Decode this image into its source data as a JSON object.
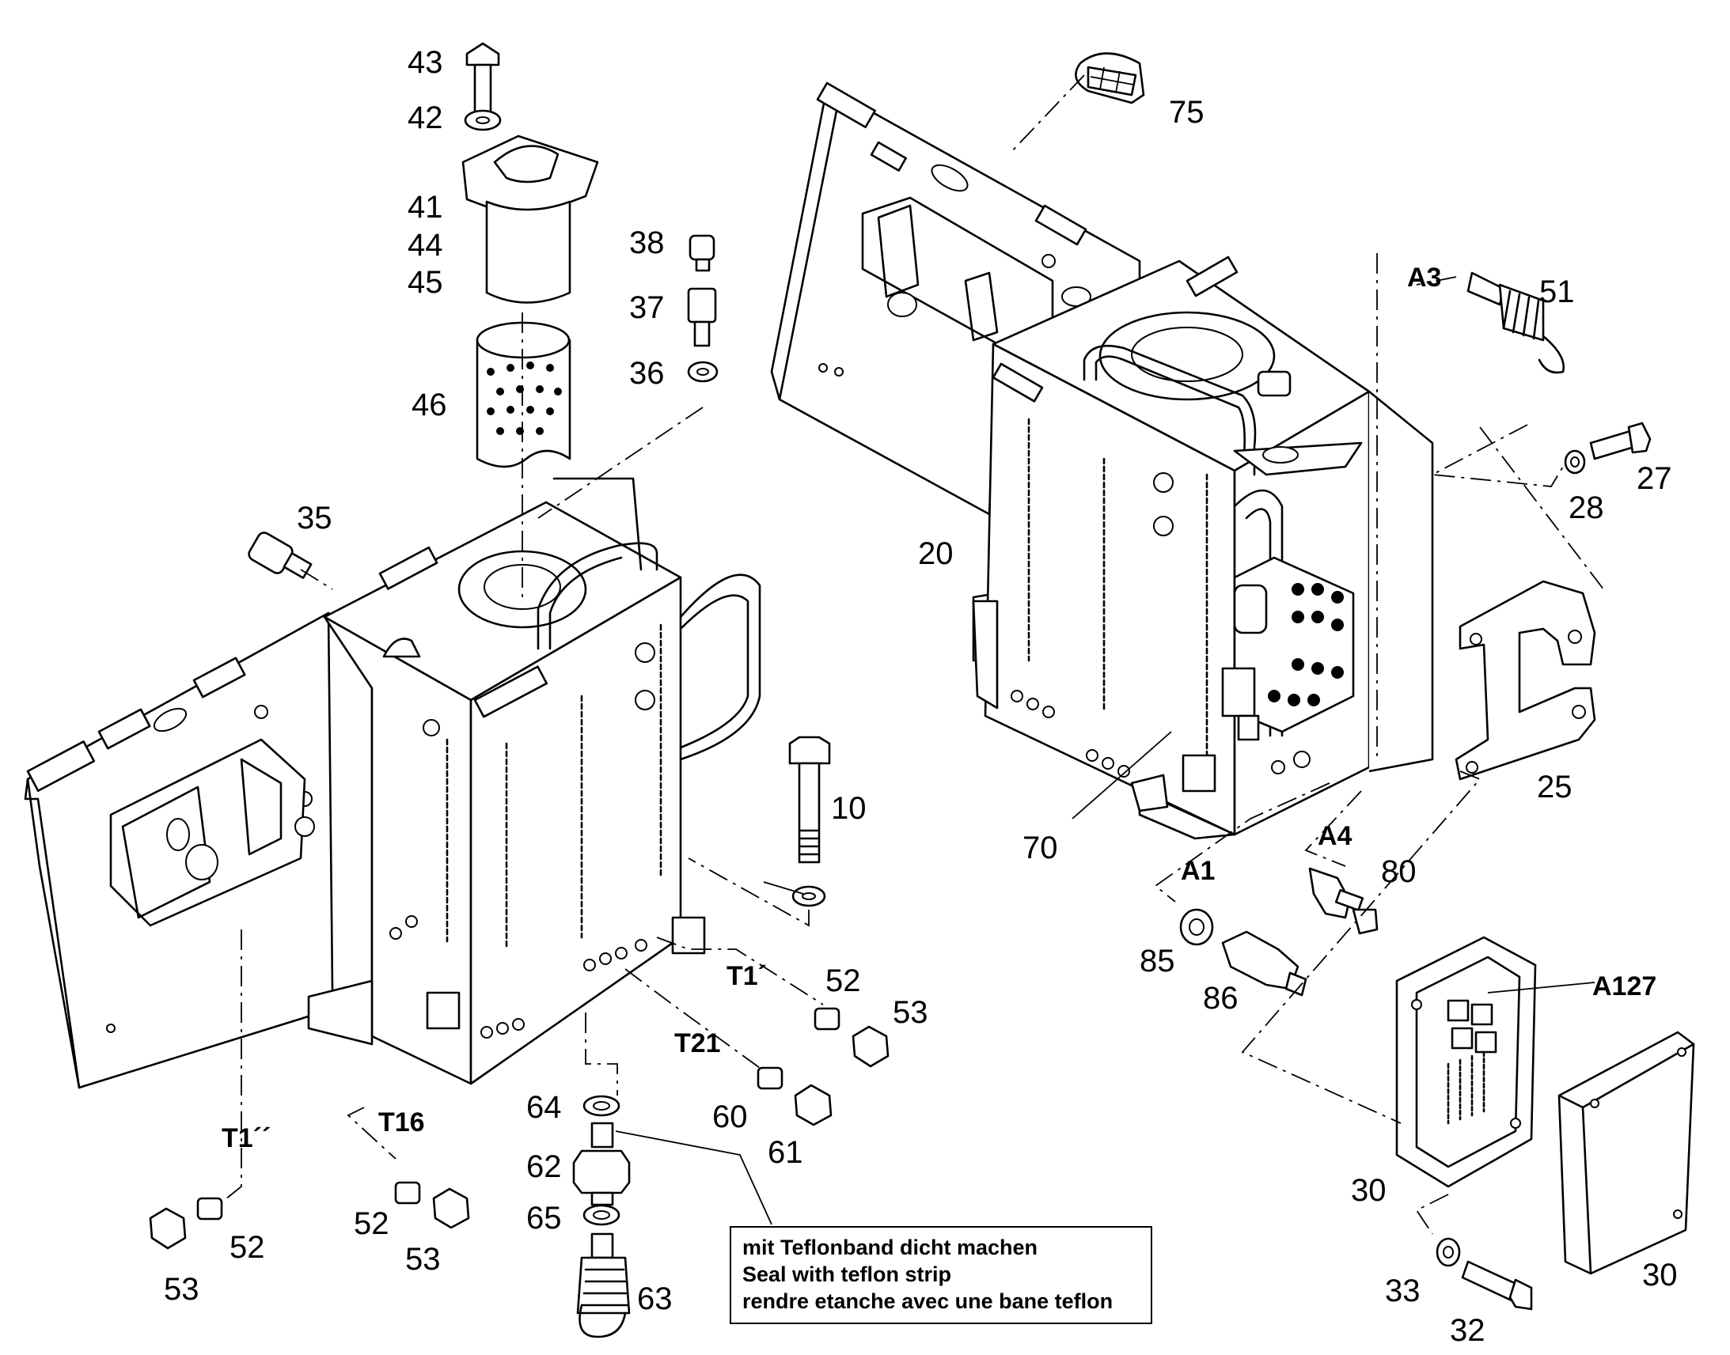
{
  "labels": {
    "p10": "10",
    "p20": "20",
    "p25": "25",
    "p27": "27",
    "p28": "28",
    "p30a": "30",
    "p30b": "30",
    "p32": "32",
    "p33": "33",
    "p35": "35",
    "p36": "36",
    "p37": "37",
    "p38": "38",
    "p41": "41",
    "p42": "42",
    "p43": "43",
    "p44": "44",
    "p45": "45",
    "p46": "46",
    "p51": "51",
    "p52a": "52",
    "p52b": "52",
    "p52c": "52",
    "p53a": "53",
    "p53b": "53",
    "p53c": "53",
    "p60": "60",
    "p61": "61",
    "p62": "62",
    "p63": "63",
    "p64": "64",
    "p65": "65",
    "p70": "70",
    "p75": "75",
    "p80": "80",
    "p85": "85",
    "p86": "86"
  },
  "ports": {
    "a1": "A1",
    "a3": "A3",
    "a4": "A4",
    "a127": "A127",
    "t1a": "T1´",
    "t1b": "T1´´",
    "t16": "T16",
    "t21": "T21"
  },
  "note": {
    "line1": "mit Teflonband dicht machen",
    "line2": "Seal with teflon strip",
    "line3": "rendre etanche avec une bane teflon"
  }
}
